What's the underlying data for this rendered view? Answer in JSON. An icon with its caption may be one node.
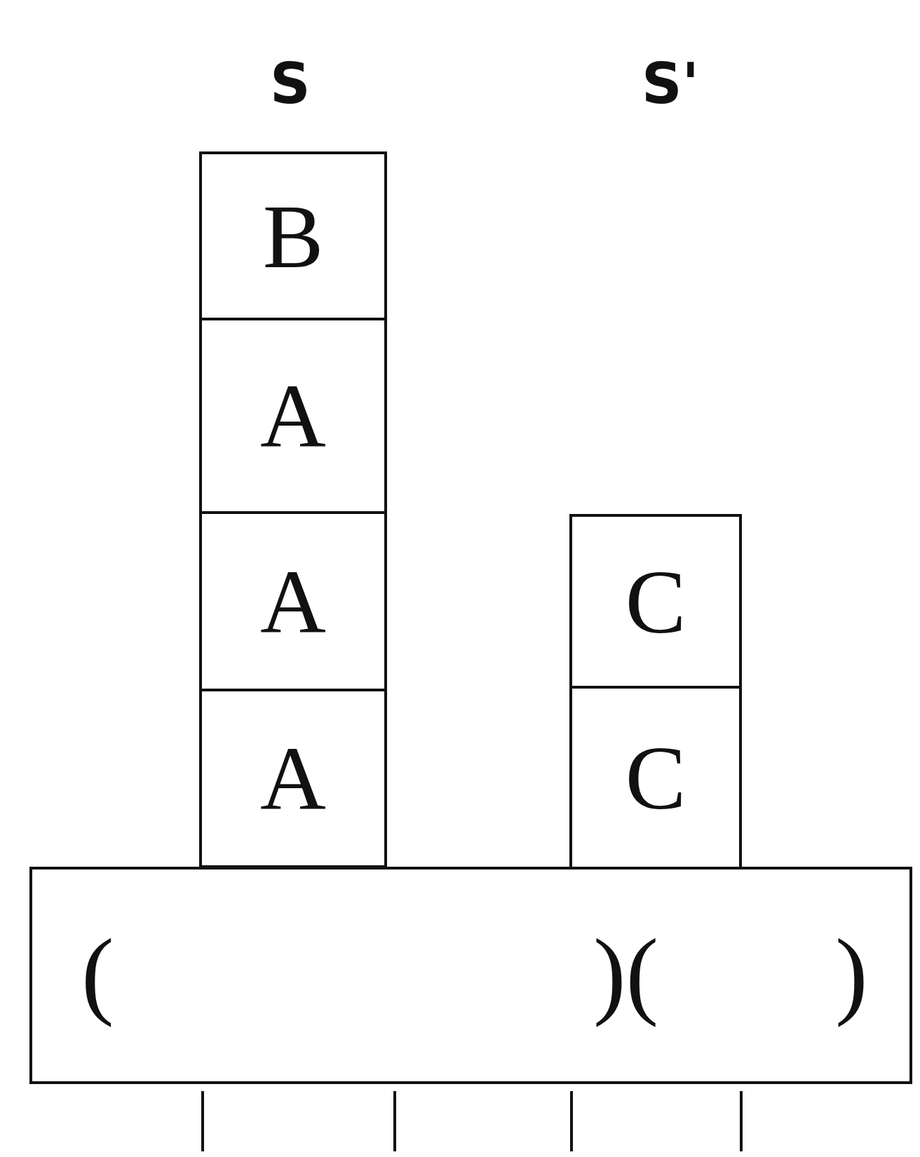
{
  "diagram": {
    "nodes": [
      {
        "text": [
          "B"
        ]
      },
      {
        "text": [
          "A"
        ]
      },
      {
        "text": [
          "A"
        ]
      },
      {
        "text": [
          "A"
        ]
      },
      {
        "text": [
          "C"
        ]
      },
      {
        "text": [
          "C"
        ]
      },
      {
        "text": [
          "(",
          ")(",
          ")"
        ]
      }
    ],
    "labels": [
      "S",
      "S'"
    ]
  }
}
